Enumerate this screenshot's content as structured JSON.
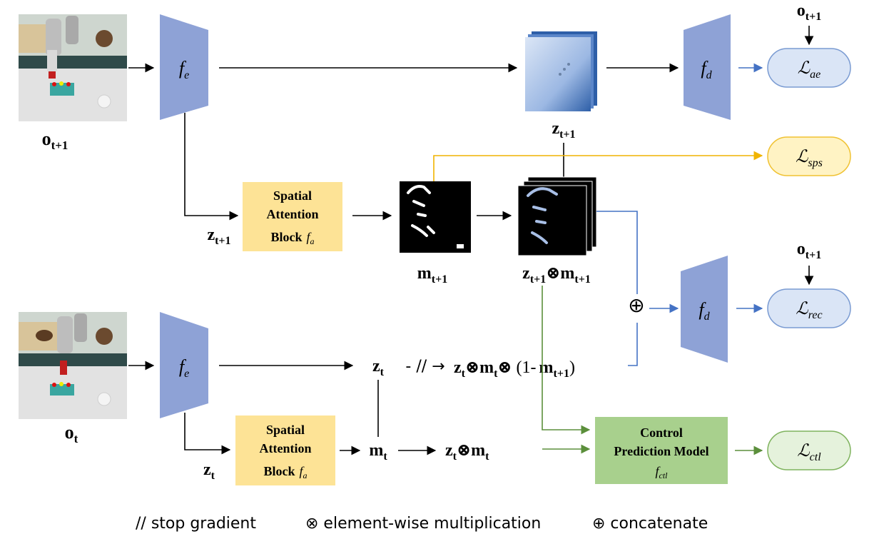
{
  "colors": {
    "encoder_fill": "#8ea2d6",
    "attention_fill": "#fde396",
    "control_fill": "#a8d08d",
    "loss_blue_fill": "#dae5f6",
    "loss_blue_stroke": "#7a9bd2",
    "loss_yellow_fill": "#fff3c4",
    "loss_yellow_stroke": "#f0c232",
    "loss_green_fill": "#e5f2dc",
    "loss_green_stroke": "#7fb35e",
    "arrow_blue": "#4472c4",
    "arrow_yellow": "#f0b400",
    "arrow_green": "#5b8f3b"
  },
  "top_row": {
    "encoder": {
      "symbol": "f",
      "sub": "e"
    },
    "decoder": {
      "symbol": "f",
      "sub": "d"
    },
    "obs_label": {
      "main": "o",
      "sub": "t+1"
    },
    "loss_ae": {
      "symbol": "ℒ",
      "sub": "ae"
    },
    "loss_target": {
      "main": "o",
      "sub": "t+1"
    },
    "latent_label": {
      "main": "z",
      "sub": "t+1"
    }
  },
  "middle_row": {
    "attention_block": {
      "line1": "Spatial",
      "line2": "Attention",
      "line3": "Block",
      "fn": "f",
      "fn_sub": "a"
    },
    "z_label": {
      "main": "z",
      "sub": "t+1"
    },
    "mask_label": {
      "main": "m",
      "sub": "t+1"
    },
    "masked_label": {
      "z": "z",
      "z_sub": "t+1",
      "op": "⊗",
      "m": "m",
      "m_sub": "t+1"
    },
    "loss_sps": {
      "symbol": "ℒ",
      "sub": "sps"
    },
    "concat": "⊕",
    "decoder": {
      "symbol": "f",
      "sub": "d"
    },
    "loss_rec": {
      "symbol": "ℒ",
      "sub": "rec"
    },
    "loss_target": {
      "main": "o",
      "sub": "t+1"
    }
  },
  "bottom_row": {
    "encoder": {
      "symbol": "f",
      "sub": "e"
    },
    "obs_label": {
      "main": "o",
      "sub": "t"
    },
    "z_t": {
      "main": "z",
      "sub": "t"
    },
    "stop_grad": "- // →",
    "long_expr": {
      "z": "z",
      "z_sub": "t",
      "op1": "⊗",
      "m": "m",
      "m_sub": "t",
      "op2": "⊗",
      "open": "(1-",
      "m2": "m",
      "m2_sub": "t+1",
      "close": ")"
    },
    "attention_block": {
      "line1": "Spatial",
      "line2": "Attention",
      "line3": "Block",
      "fn": "f",
      "fn_sub": "a"
    },
    "z_label": {
      "main": "z",
      "sub": "t"
    },
    "m_t": {
      "main": "m",
      "sub": "t"
    },
    "zm_t": {
      "z": "z",
      "z_sub": "t",
      "op": "⊗",
      "m": "m",
      "m_sub": "t"
    },
    "control_block": {
      "line1": "Control",
      "line2": "Prediction Model",
      "fn": "f",
      "fn_sub": "ctl"
    },
    "loss_ctl": {
      "symbol": "ℒ",
      "sub": "ctl"
    }
  },
  "legend": {
    "stop_gradient": "// stop gradient",
    "multiplication": "⊗ element-wise multiplication",
    "concatenate": "⊕ concatenate"
  }
}
